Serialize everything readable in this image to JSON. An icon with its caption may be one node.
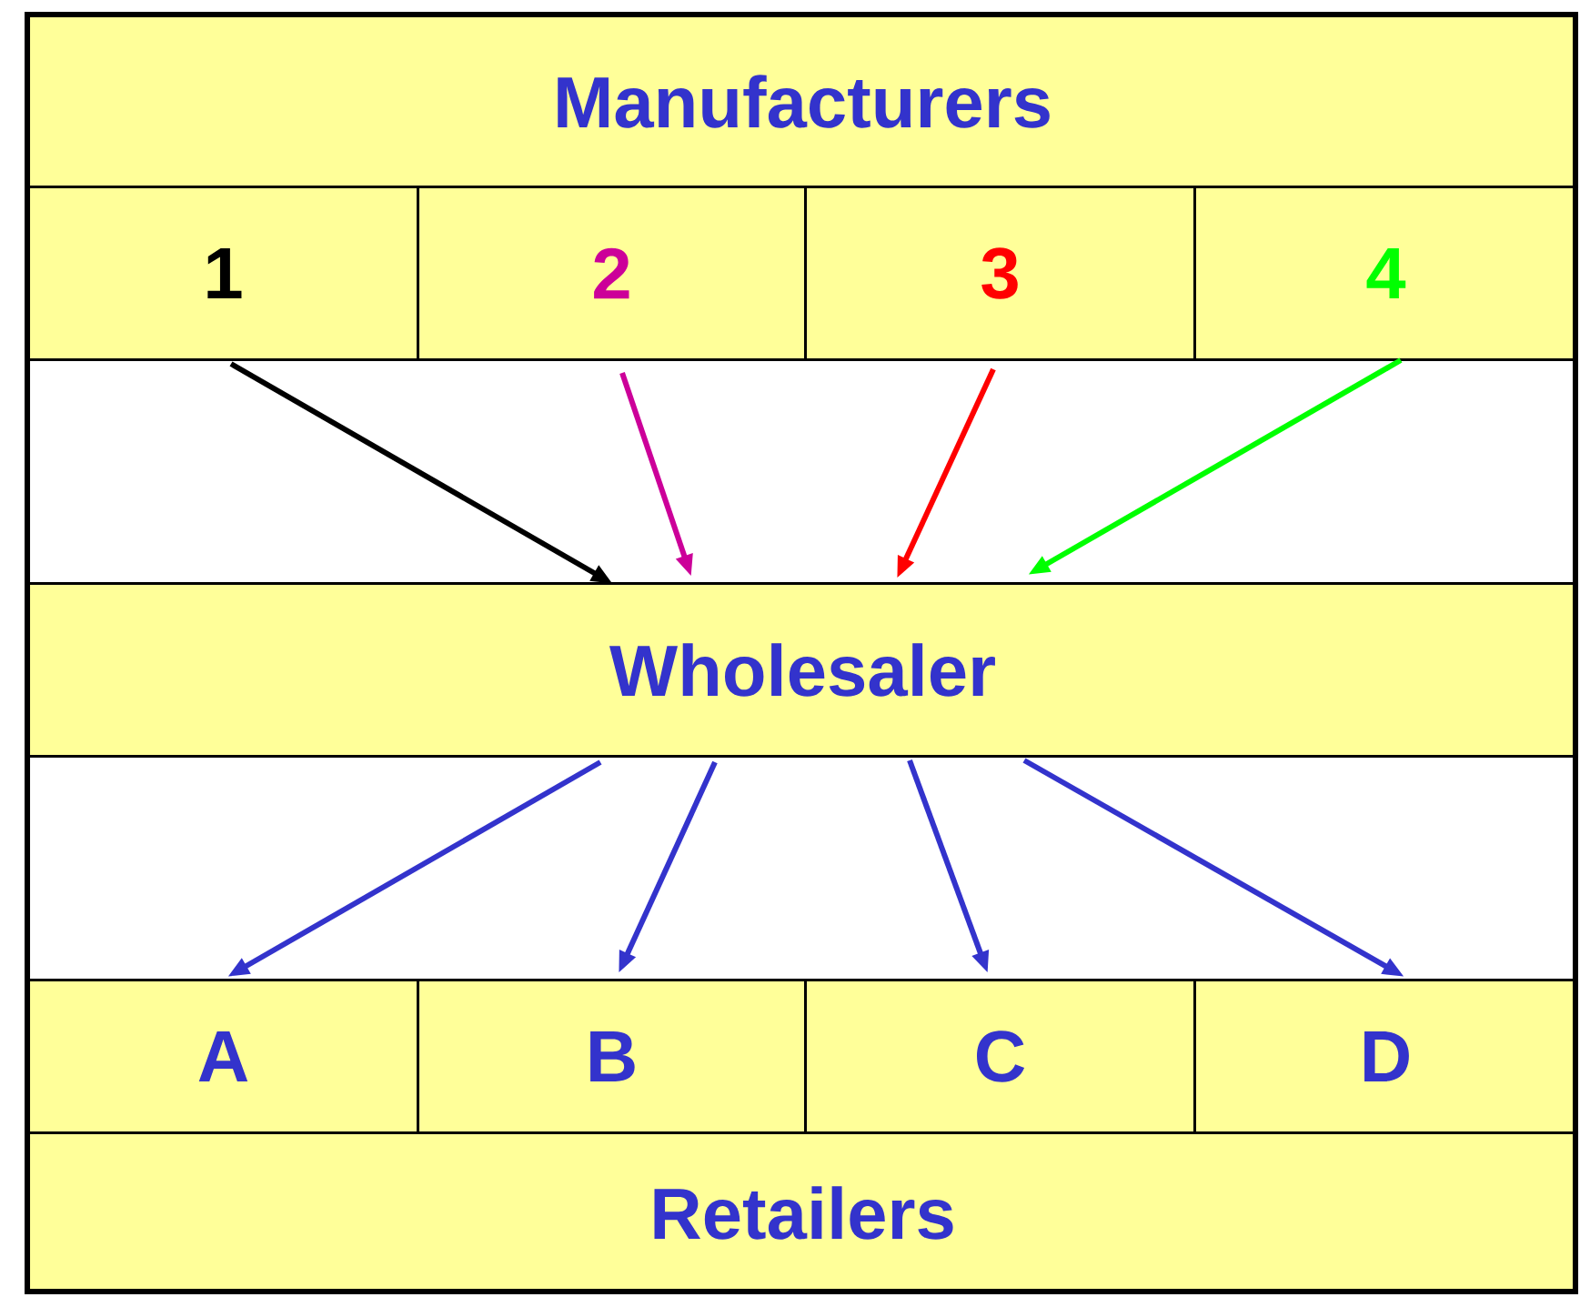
{
  "diagram": {
    "nodes": [
      {
        "text": [
          "Manufacturers"
        ]
      },
      {
        "text": [
          "1"
        ]
      },
      {
        "text": [
          "2"
        ]
      },
      {
        "text": [
          "3"
        ]
      },
      {
        "text": [
          "4"
        ]
      },
      {
        "text": [
          "Wholesaler"
        ]
      },
      {
        "text": [
          "A"
        ]
      },
      {
        "text": [
          "B"
        ]
      },
      {
        "text": [
          "C"
        ]
      },
      {
        "text": [
          "D"
        ]
      },
      {
        "text": [
          "Retailers"
        ]
      }
    ],
    "edges": [
      {
        "from": 1,
        "to": 5,
        "arrow": "to",
        "color": "#000000"
      },
      {
        "from": 2,
        "to": 5,
        "arrow": "to",
        "color": "#cc0099"
      },
      {
        "from": 3,
        "to": 5,
        "arrow": "to",
        "color": "#ff0000"
      },
      {
        "from": 4,
        "to": 5,
        "arrow": "to",
        "color": "#00ff00"
      },
      {
        "from": 5,
        "to": 6,
        "arrow": "to",
        "color": "#3333cc"
      },
      {
        "from": 5,
        "to": 7,
        "arrow": "to",
        "color": "#3333cc"
      },
      {
        "from": 5,
        "to": 8,
        "arrow": "to",
        "color": "#3333cc"
      },
      {
        "from": 5,
        "to": 9,
        "arrow": "to",
        "color": "#3333cc"
      }
    ]
  }
}
